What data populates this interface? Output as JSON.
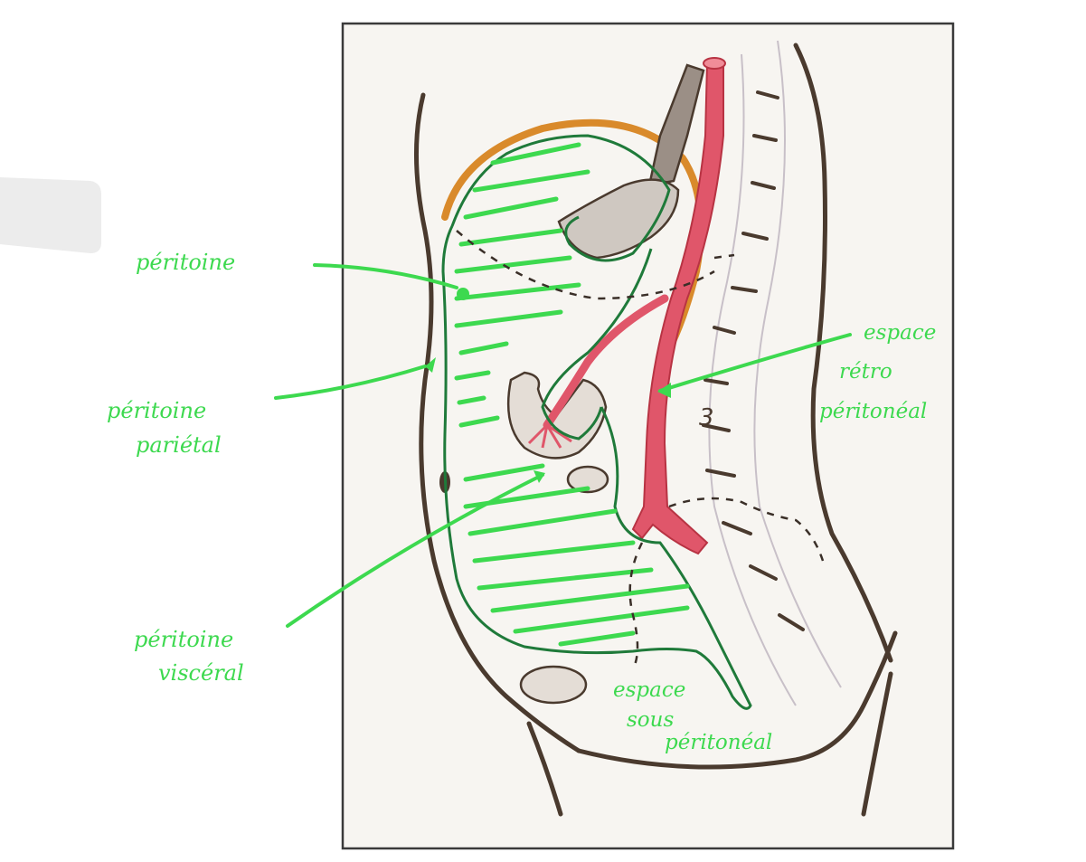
{
  "labels": {
    "peritoine": "péritoine",
    "peritoine_parietal_1": "péritoine",
    "peritoine_parietal_2": "pariétal",
    "peritoine_visceral_1": "péritoine",
    "peritoine_visceral_2": "viscéral",
    "retro_1": "espace",
    "retro_2": "rétro",
    "retro_3": "péritonéal",
    "sous_1": "espace",
    "sous_2": "sous",
    "sous_3": "péritonéal",
    "vertebra_number": "3"
  },
  "colors": {
    "annotation": "#3dd94f",
    "peritoneum_outline": "#1f7a3a",
    "aorta": "#e0566a",
    "diaphragm": "#d98a2b",
    "body_outline": "#4a3a2e",
    "frame": "#3a3a3a"
  }
}
